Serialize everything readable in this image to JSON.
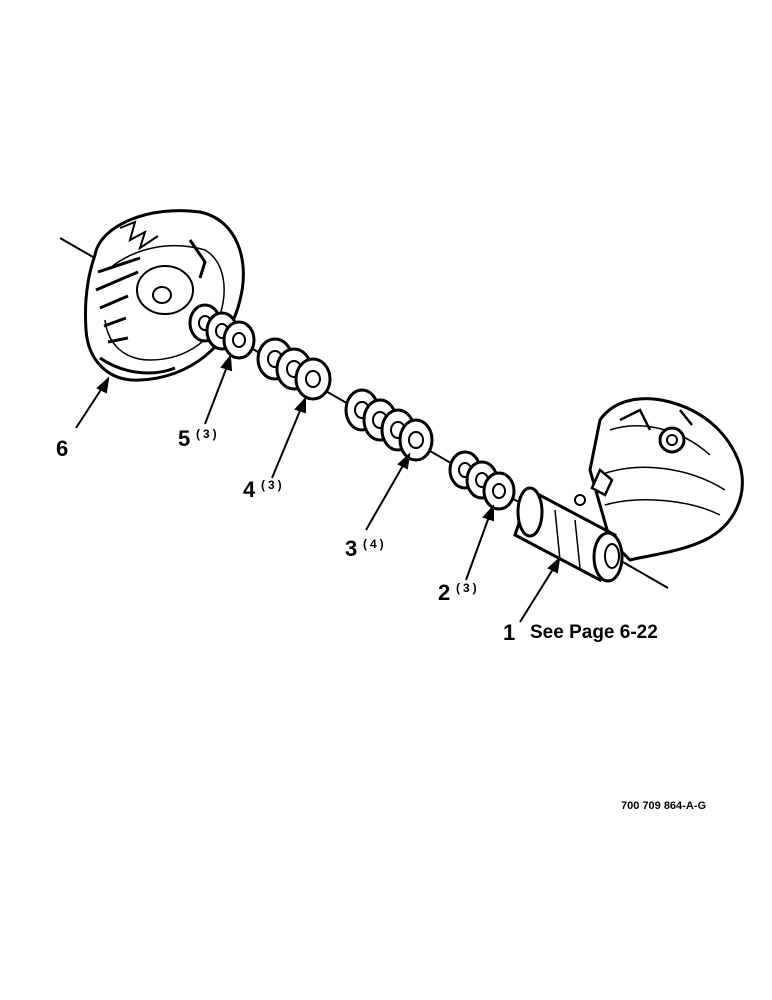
{
  "diagram": {
    "callouts": [
      {
        "id": "1",
        "number": "1",
        "qty": "",
        "note": "See Page 6-22"
      },
      {
        "id": "2",
        "number": "2",
        "qty": "(3)"
      },
      {
        "id": "3",
        "number": "3",
        "qty": "(4)"
      },
      {
        "id": "4",
        "number": "4",
        "qty": "(3)"
      },
      {
        "id": "5",
        "number": "5",
        "qty": "(3)"
      },
      {
        "id": "6",
        "number": "6",
        "qty": ""
      }
    ],
    "drawing_code": "700 709 864-A-G"
  }
}
